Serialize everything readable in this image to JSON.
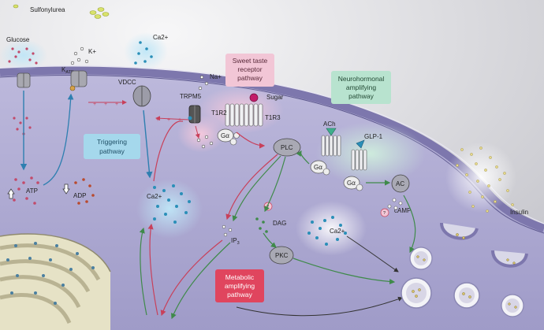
{
  "labels": {
    "sulfonylurea": "Sulfonylurea",
    "glucose": "Glucose",
    "k_plus": "K+",
    "katp_main": "K",
    "katp_sub": "ATP",
    "vdcc": "VDCC",
    "ca_top": "Ca2+",
    "trpm5": "TRPM5",
    "na_plus": "Na+",
    "sugar": "Sugar",
    "t1r2": "T1R2",
    "t1r3": "T1R3",
    "ach": "ACh",
    "glp1": "GLP-1",
    "ac": "AC",
    "camp": "cAMP",
    "insulin": "Insulin",
    "atp": "ATP",
    "adp": "ADP",
    "ca_mid": "Ca2+",
    "ga1": "Gα",
    "ga2": "Gα",
    "ga3": "Gα",
    "plc": "PLC",
    "dag": "DAG",
    "ip3_main": "IP",
    "ip3_sub": "3",
    "pkc": "PKC",
    "ca_right": "Ca2+",
    "question1": "?",
    "question2": "?"
  },
  "boxes": {
    "sweet": [
      "Sweet taste",
      "receptor",
      "pathway"
    ],
    "triggering": [
      "Triggering",
      "pathway"
    ],
    "neuro": [
      "Neurohormonal",
      "amplifying",
      "pathway"
    ],
    "metabolic": [
      "Metabolic",
      "amplifying",
      "pathway"
    ]
  },
  "colors": {
    "background": "#d9d9dd",
    "cytoplasm": "#a9a6cc",
    "membrane": "#7d77ad",
    "sweet_box": "#f2c6d6",
    "triggering_box": "#a5d8ec",
    "neuro_box": "#b8e3cf",
    "metabolic_box": "#e0455e",
    "arrow_red": "#c8405a",
    "arrow_green": "#3f8a4a",
    "arrow_blue": "#2e7fb0"
  }
}
